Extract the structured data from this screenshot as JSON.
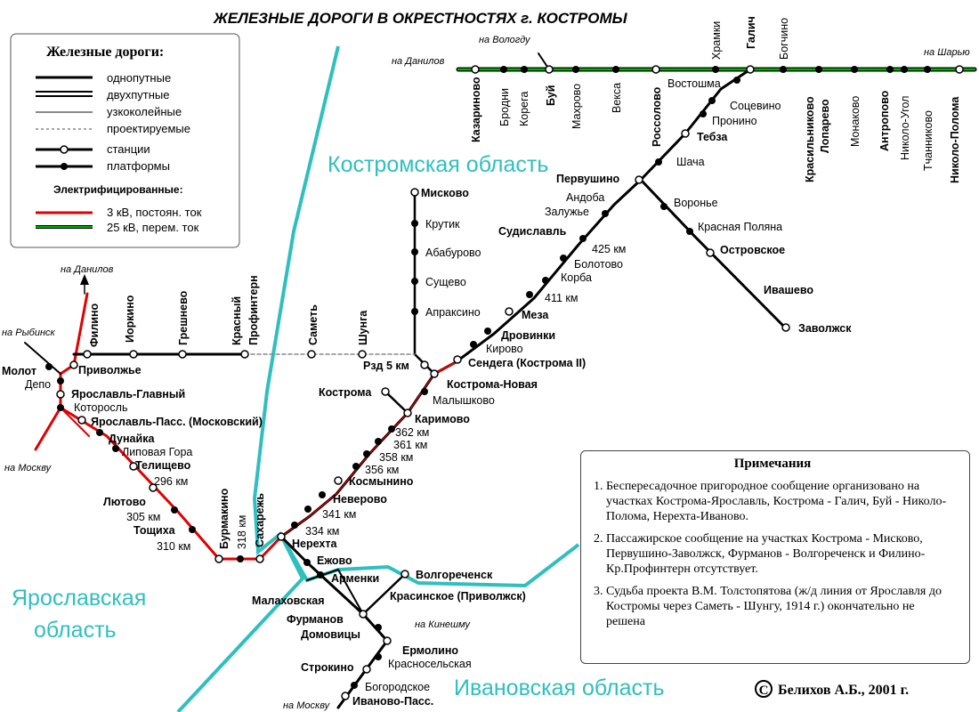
{
  "title": "ЖЕЛЕЗНЫЕ ДОРОГИ В ОКРЕСТНОСТЯХ г. КОСТРОМЫ",
  "legend": {
    "heading": "Железные дороги:",
    "items": [
      "однопутные",
      "двухпутные",
      "узкоколейные",
      "проектируемые",
      "станции",
      "платформы"
    ],
    "electrified_heading": "Электрифицированные:",
    "electrified": [
      "3 кВ, постоян. ток",
      "25 кВ, перем. ток"
    ],
    "colors": {
      "dc": "#e00000",
      "ac": "#00b000",
      "border": "#2fbfbf"
    }
  },
  "regions": [
    "Костромская область",
    "Ярославская",
    "область",
    "Ивановская область"
  ],
  "directions": [
    "на Данилов",
    "на Вологду",
    "на Шарью",
    "на Данилов",
    "на Рыбинск",
    "на Москву",
    "на Кинешму",
    "на Москву"
  ],
  "stations": {
    "north": [
      "Казариново",
      "Бродни",
      "Корега",
      "Буй",
      "Махрово",
      "Векса",
      "Россолово",
      "Востошма",
      "Храмки",
      "Галич",
      "Богчино",
      "Красильниково",
      "Лопарево",
      "Монаково",
      "Антропово",
      "Николо-Угол",
      "Тчанниково",
      "Николо-Полома"
    ],
    "galich_line": [
      "Соцевино",
      "Пронино",
      "Тебза",
      "Шача",
      "Первушино",
      "Андоба",
      "Залужье",
      "Судиславль",
      "425 км",
      "Болотово",
      "Корба",
      "411 км",
      "Меза",
      "Дровинки",
      "Кирово",
      "Сендега  (Кострома II)"
    ],
    "zavolzhsk_line": [
      "Воронье",
      "Красная Поляна",
      "Островское",
      "Ивашево",
      "Заволжск"
    ],
    "miskovo_line": [
      "Мисково",
      "Крутик",
      "Абабурово",
      "Сущево",
      "Апраксино",
      "Рзд 5 км"
    ],
    "kostroma": [
      "Кострома-Новая",
      "Малышково",
      "Кострома",
      "Каримово",
      "362 км",
      "361 км",
      "358 км",
      "356 км",
      "Космынино",
      "Неверово",
      "341 км",
      "334 км",
      "Нерехта",
      "Сахарежь",
      "318 км",
      "Бурмакино"
    ],
    "yaroslavl": [
      "Филино",
      "Иоркино",
      "Грешнево",
      "Красный",
      "Профинтерн",
      "Саметь",
      "Шунга",
      "Приволжье",
      "Молот",
      "Депо",
      "Ярославль-Главный",
      "Которосль",
      "Ярославль-Пасс. (Московский)",
      "Дунайка",
      "Липовая Гора",
      "Телищево",
      "296 км",
      "Лютово",
      "305 км",
      "Тощиха",
      "310 км"
    ],
    "south": [
      "Ежово",
      "Волгореченск",
      "Арменки",
      "Малаховская",
      "Красинское (Приволжск)",
      "Фурманов",
      "Домовицы",
      "Ермолино",
      "Красносельская",
      "Строкино",
      "Богородское",
      "Иваново-Пасс."
    ]
  },
  "notes": {
    "heading": "Примечания",
    "items": [
      "Беспересадочное пригородное сообщение организовано на участках Кострома-Ярославль, Кострома - Галич, Буй - Николо-Полома, Нерехта-Иваново.",
      "Пассажирское сообщение на участках Кострома - Мисково, Первушино-Заволжск, Фурманов - Волгореченск и Филино-Кр.Профинтерн отсутствует.",
      "Судьба проекта В.М. Толстопятова (ж/д линия от Ярославля до Костромы через Саметь - Шунгу, 1914 г.) окончательно не решена"
    ]
  },
  "copyright": {
    "symbol": "C",
    "text": "Белихов А.Б., 2001 г."
  }
}
